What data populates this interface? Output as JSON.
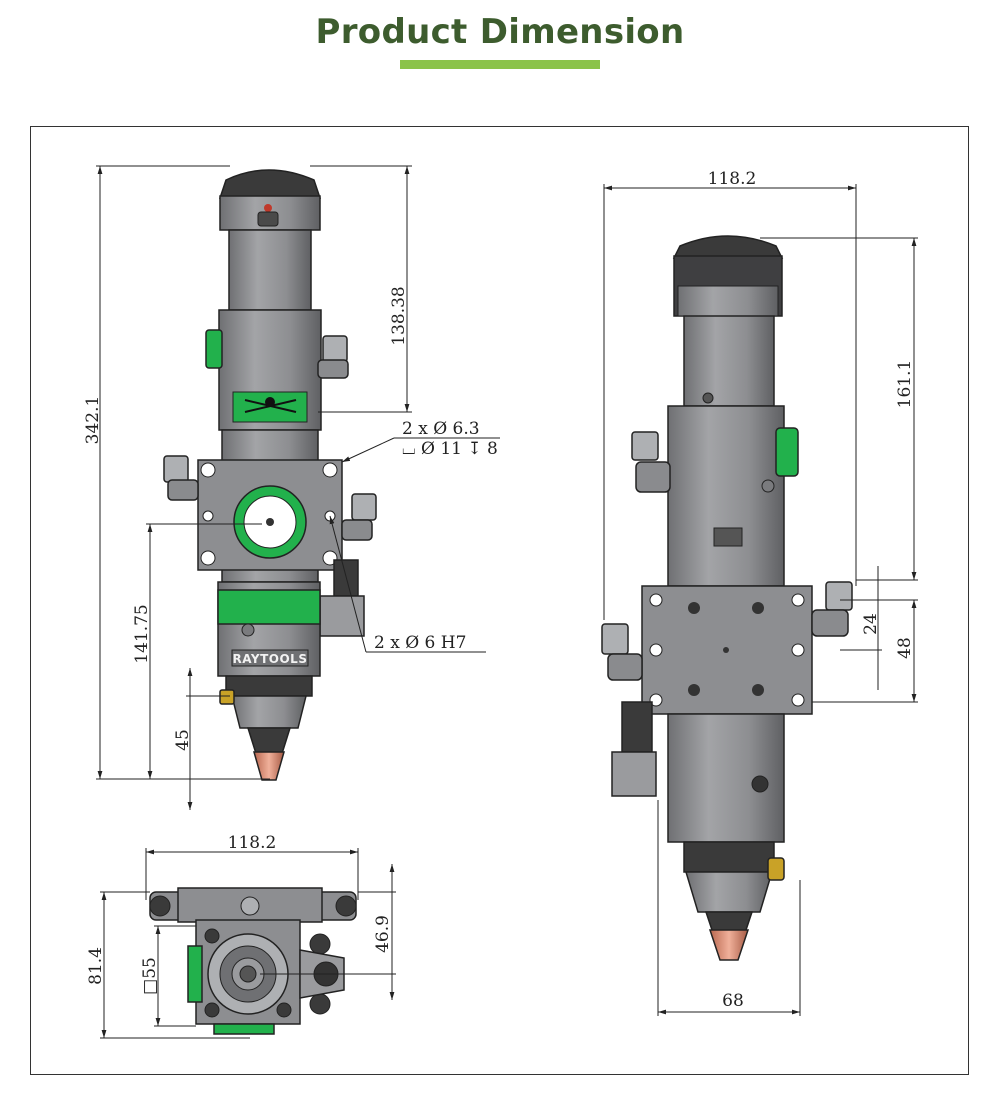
{
  "header": {
    "title": "Product Dimension"
  },
  "colors": {
    "title": "#3d5c2e",
    "accent_bar": "#8bc34a",
    "body_grey": "#808285",
    "panel_green": "#22b14c",
    "nozzle_copper": "#d28a72"
  },
  "front_view": {
    "height_total": "342.1",
    "height_upper": "138.38",
    "height_lower": "141.75",
    "height_nozzle": "45",
    "hole_spec_1": "2 x Ø 6.3",
    "hole_spec_2": "⌴ Ø 11 ↧ 8",
    "pin_spec": "2 x Ø 6 H7",
    "brand": "RAYTOOLS"
  },
  "side_view": {
    "width_top": "118.2",
    "height_upper": "161.1",
    "offset_a": "24",
    "offset_b": "48",
    "width_bottom": "68"
  },
  "bottom_view": {
    "width": "118.2",
    "depth": "81.4",
    "square": "□55",
    "offset": "46.9"
  }
}
